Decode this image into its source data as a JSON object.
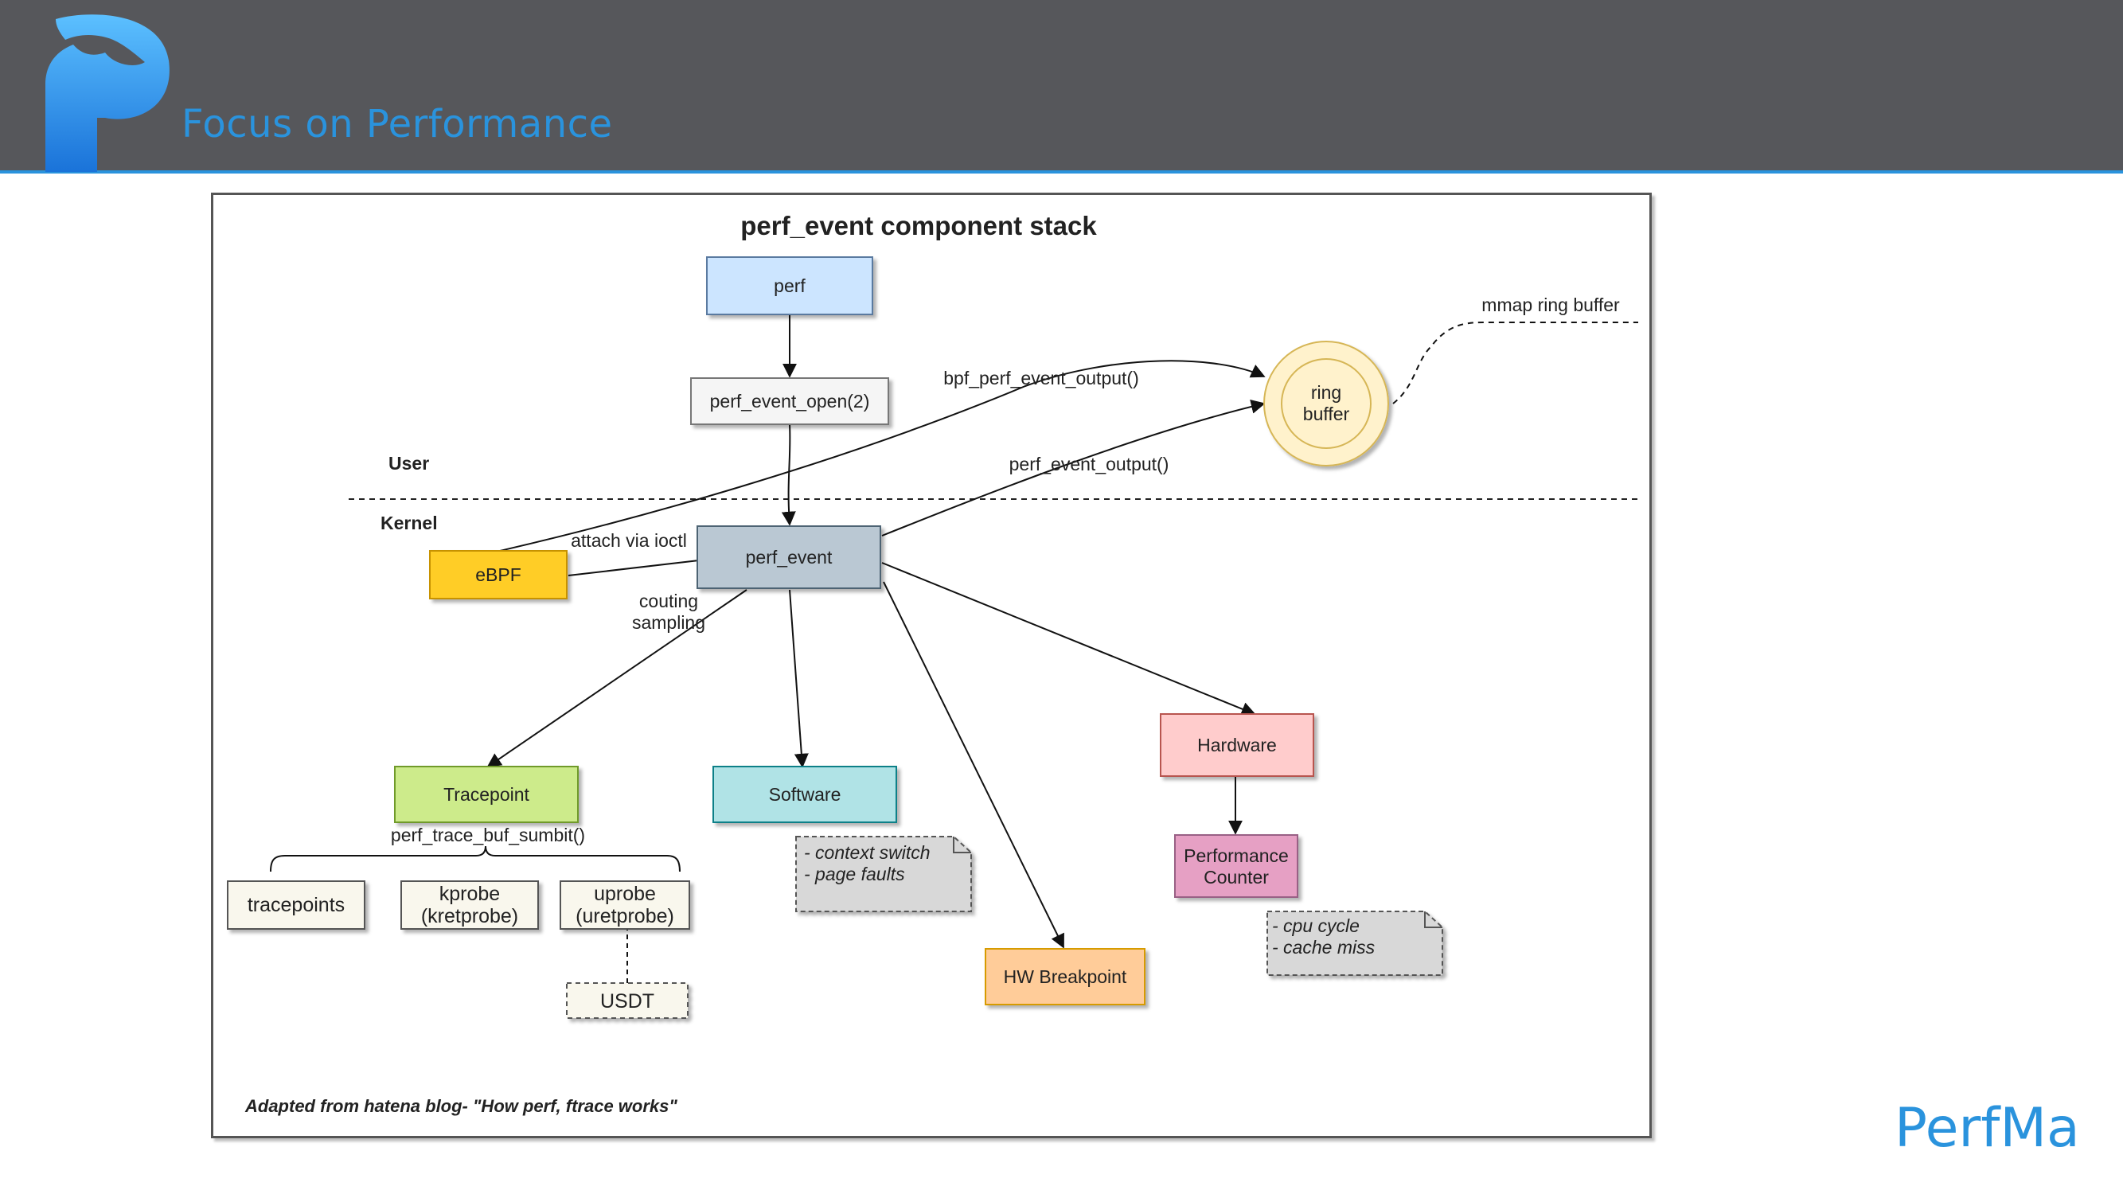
{
  "header": {
    "brand_title": "Focus on Performance",
    "background": "#56575b",
    "accent": "#2a93dd"
  },
  "footer": {
    "brand": "PerfMa"
  },
  "diagram": {
    "title": "perf_event component stack",
    "regions": {
      "user": "User",
      "kernel": "Kernel"
    },
    "nodes": {
      "perf": "perf",
      "perf_event_open": "perf_event_open(2)",
      "perf_event": "perf_event",
      "ebpf": "eBPF",
      "ring_line1": "ring",
      "ring_line2": "buffer",
      "tracepoint": "Tracepoint",
      "software": "Software",
      "hardware": "Hardware",
      "hw_breakpoint": "HW Breakpoint",
      "perf_counter_line1": "Performance",
      "perf_counter_line2": "Counter",
      "tracepoints": "tracepoints",
      "kprobe_line1": "kprobe",
      "kprobe_line2": "(kretprobe)",
      "uprobe_line1": "uprobe",
      "uprobe_line2": "(uretprobe)",
      "usdt": "USDT"
    },
    "edge_labels": {
      "bpf_output": "bpf_perf_event_output()",
      "perf_output": "perf_event_output()",
      "mmap": "mmap ring buffer",
      "attach": "attach via ioctl",
      "couting": "couting",
      "sampling": "sampling",
      "trace_buf": "perf_trace_buf_sumbit()"
    },
    "notes": {
      "software_1": "- context switch",
      "software_2": "- page faults",
      "hardware_1": "- cpu cycle",
      "hardware_2": "- cache miss"
    },
    "caption": "Adapted from hatena blog- \"How perf, ftrace works\"",
    "colors": {
      "perf": "#cce5ff",
      "perf_event_open": "#f5f5f5",
      "perf_event": "#bac8d3",
      "ebpf": "#ffcd28",
      "ring": "#fff2cc",
      "tracepoint": "#cdeb8b",
      "software": "#b0e3e6",
      "hardware": "#ffcccc",
      "hw_breakpoint": "#ffcc99",
      "perf_counter": "#e6a0c4",
      "probe": "#f9f7ed",
      "note": "#d8d8d8"
    }
  }
}
